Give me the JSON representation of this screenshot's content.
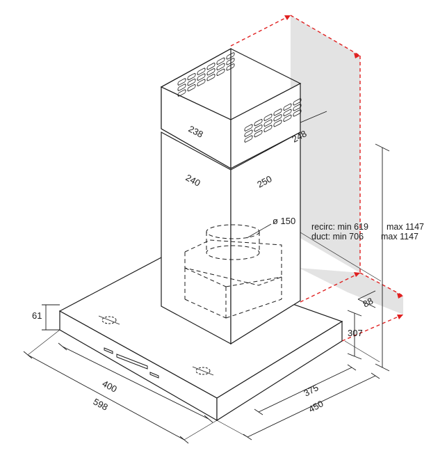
{
  "colors": {
    "line": "#1a1a1a",
    "wall": "#e3e3e3",
    "accent": "#e02020"
  },
  "dimensions": {
    "top_left_depth": "238",
    "top_right_width": "248",
    "mid_left_depth": "240",
    "mid_right_width": "250",
    "outlet_diameter": "ø 150",
    "canopy_height": "61",
    "wall_gap": "88",
    "canopy_wall_height": "307",
    "left_inner": "400",
    "left_overall": "598",
    "right_inner": "375",
    "right_overall": "450"
  },
  "notes": {
    "recirc_label": "recirc: min 619",
    "recirc_max": "max 1147",
    "duct_label": "duct: min 706",
    "duct_max": "max 1147"
  }
}
